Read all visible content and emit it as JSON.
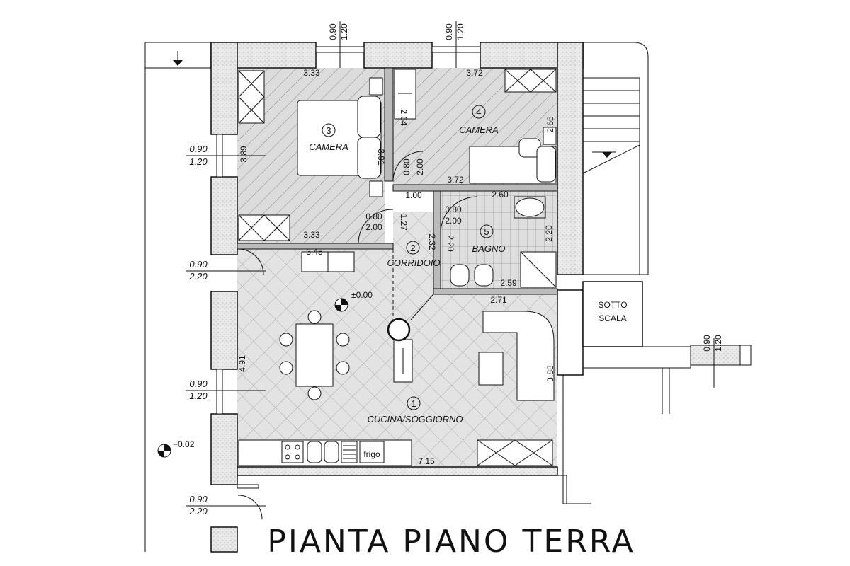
{
  "title": "PIANTA PIANO TERRA",
  "rooms": [
    {
      "id": "room-1",
      "number": "1",
      "name": "CUCINA/SOGGIORNO"
    },
    {
      "id": "room-2",
      "number": "2",
      "name": "CORRIDOIO"
    },
    {
      "id": "room-3",
      "number": "3",
      "name": "CAMERA"
    },
    {
      "id": "room-4",
      "number": "4",
      "name": "CAMERA"
    },
    {
      "id": "room-5",
      "number": "5",
      "name": "BAGNO"
    }
  ],
  "sotto_scala": {
    "line1": "SOTTO",
    "line2": "SCALA"
  },
  "levels": {
    "floor": "±0.00",
    "outside": "−0.02"
  },
  "dimensions": {
    "cam3_top": "3.33",
    "cam3_bottom": "3.33",
    "cam3_left": "3.89",
    "cam3_right": "3.91",
    "cam4_top": "3.72",
    "cam4_bottom": "3.72",
    "cam4_left": "2.64",
    "cam4_right": "2.66",
    "door_cam4_a": "0.80",
    "door_cam4_b": "2.00",
    "door_cam3_a": "0.80",
    "door_cam3_b": "2.00",
    "door_bagno_a": "0.80",
    "door_bagno_b": "2.00",
    "corr_top": "1.00",
    "corr_side": "1.27",
    "corr_side2": "2.32",
    "bagno_top": "2.60",
    "bagno_bottom": "2.59",
    "bagno_left": "2.20",
    "bagno_right": "2.20",
    "liv_top": "3.45",
    "liv_left": "4.91",
    "liv_right": "3.88",
    "liv_bottom": "7.15",
    "liv_mid": "2.71",
    "kitchen_label": "frigo"
  },
  "openings": [
    {
      "id": "win-top-1",
      "a": "0.90",
      "b": "1.20"
    },
    {
      "id": "win-top-2",
      "a": "0.90",
      "b": "1.20"
    },
    {
      "id": "win-left-1",
      "a": "0.90",
      "b": "1.20"
    },
    {
      "id": "win-left-2",
      "a": "0.90",
      "b": "2.20"
    },
    {
      "id": "win-left-3",
      "a": "0.90",
      "b": "1.20"
    },
    {
      "id": "win-left-4",
      "a": "0.90",
      "b": "2.20"
    },
    {
      "id": "win-right-1",
      "a": "0.90",
      "b": "1.20"
    }
  ]
}
